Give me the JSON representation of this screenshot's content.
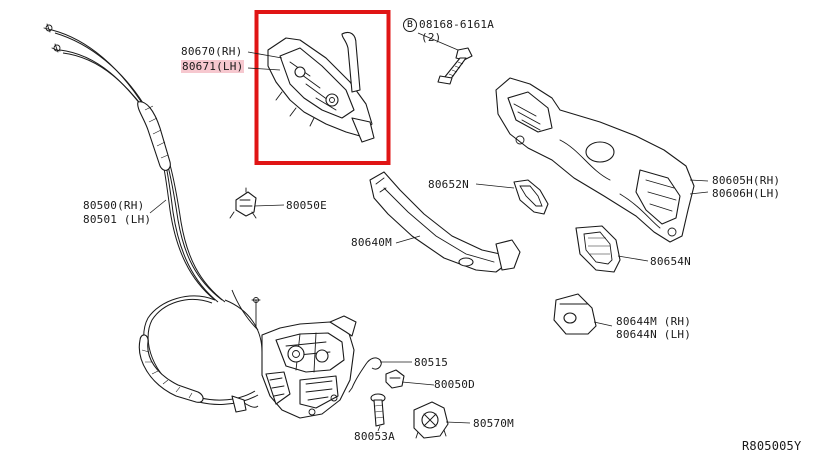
{
  "labels": {
    "handle_assy_rh": "80670(RH)",
    "handle_assy_lh": "80671(LH)",
    "bolt_code": "08168-6161A",
    "bolt_qty": "(2)",
    "bolt_marker": "B",
    "frame_rh": "80605H(RH)",
    "frame_lh": "80606H(LH)",
    "gasket_front": "80652N",
    "gasket_rear": "80654N",
    "outside_handle": "80640M",
    "escutcheon_rh": "80644M (RH)",
    "escutcheon_lh": "80644N (LH)",
    "cable_rh": "80500(RH)",
    "cable_lh": "80501 (LH)",
    "clip_upper": "80050E",
    "spring": "80515",
    "clip_lower": "80050D",
    "screw": "80053A",
    "cap": "80570M",
    "diagram_id": "R805005Y"
  },
  "highlight": {
    "color": "#e01515",
    "label_fill": "#f6c8cf"
  }
}
